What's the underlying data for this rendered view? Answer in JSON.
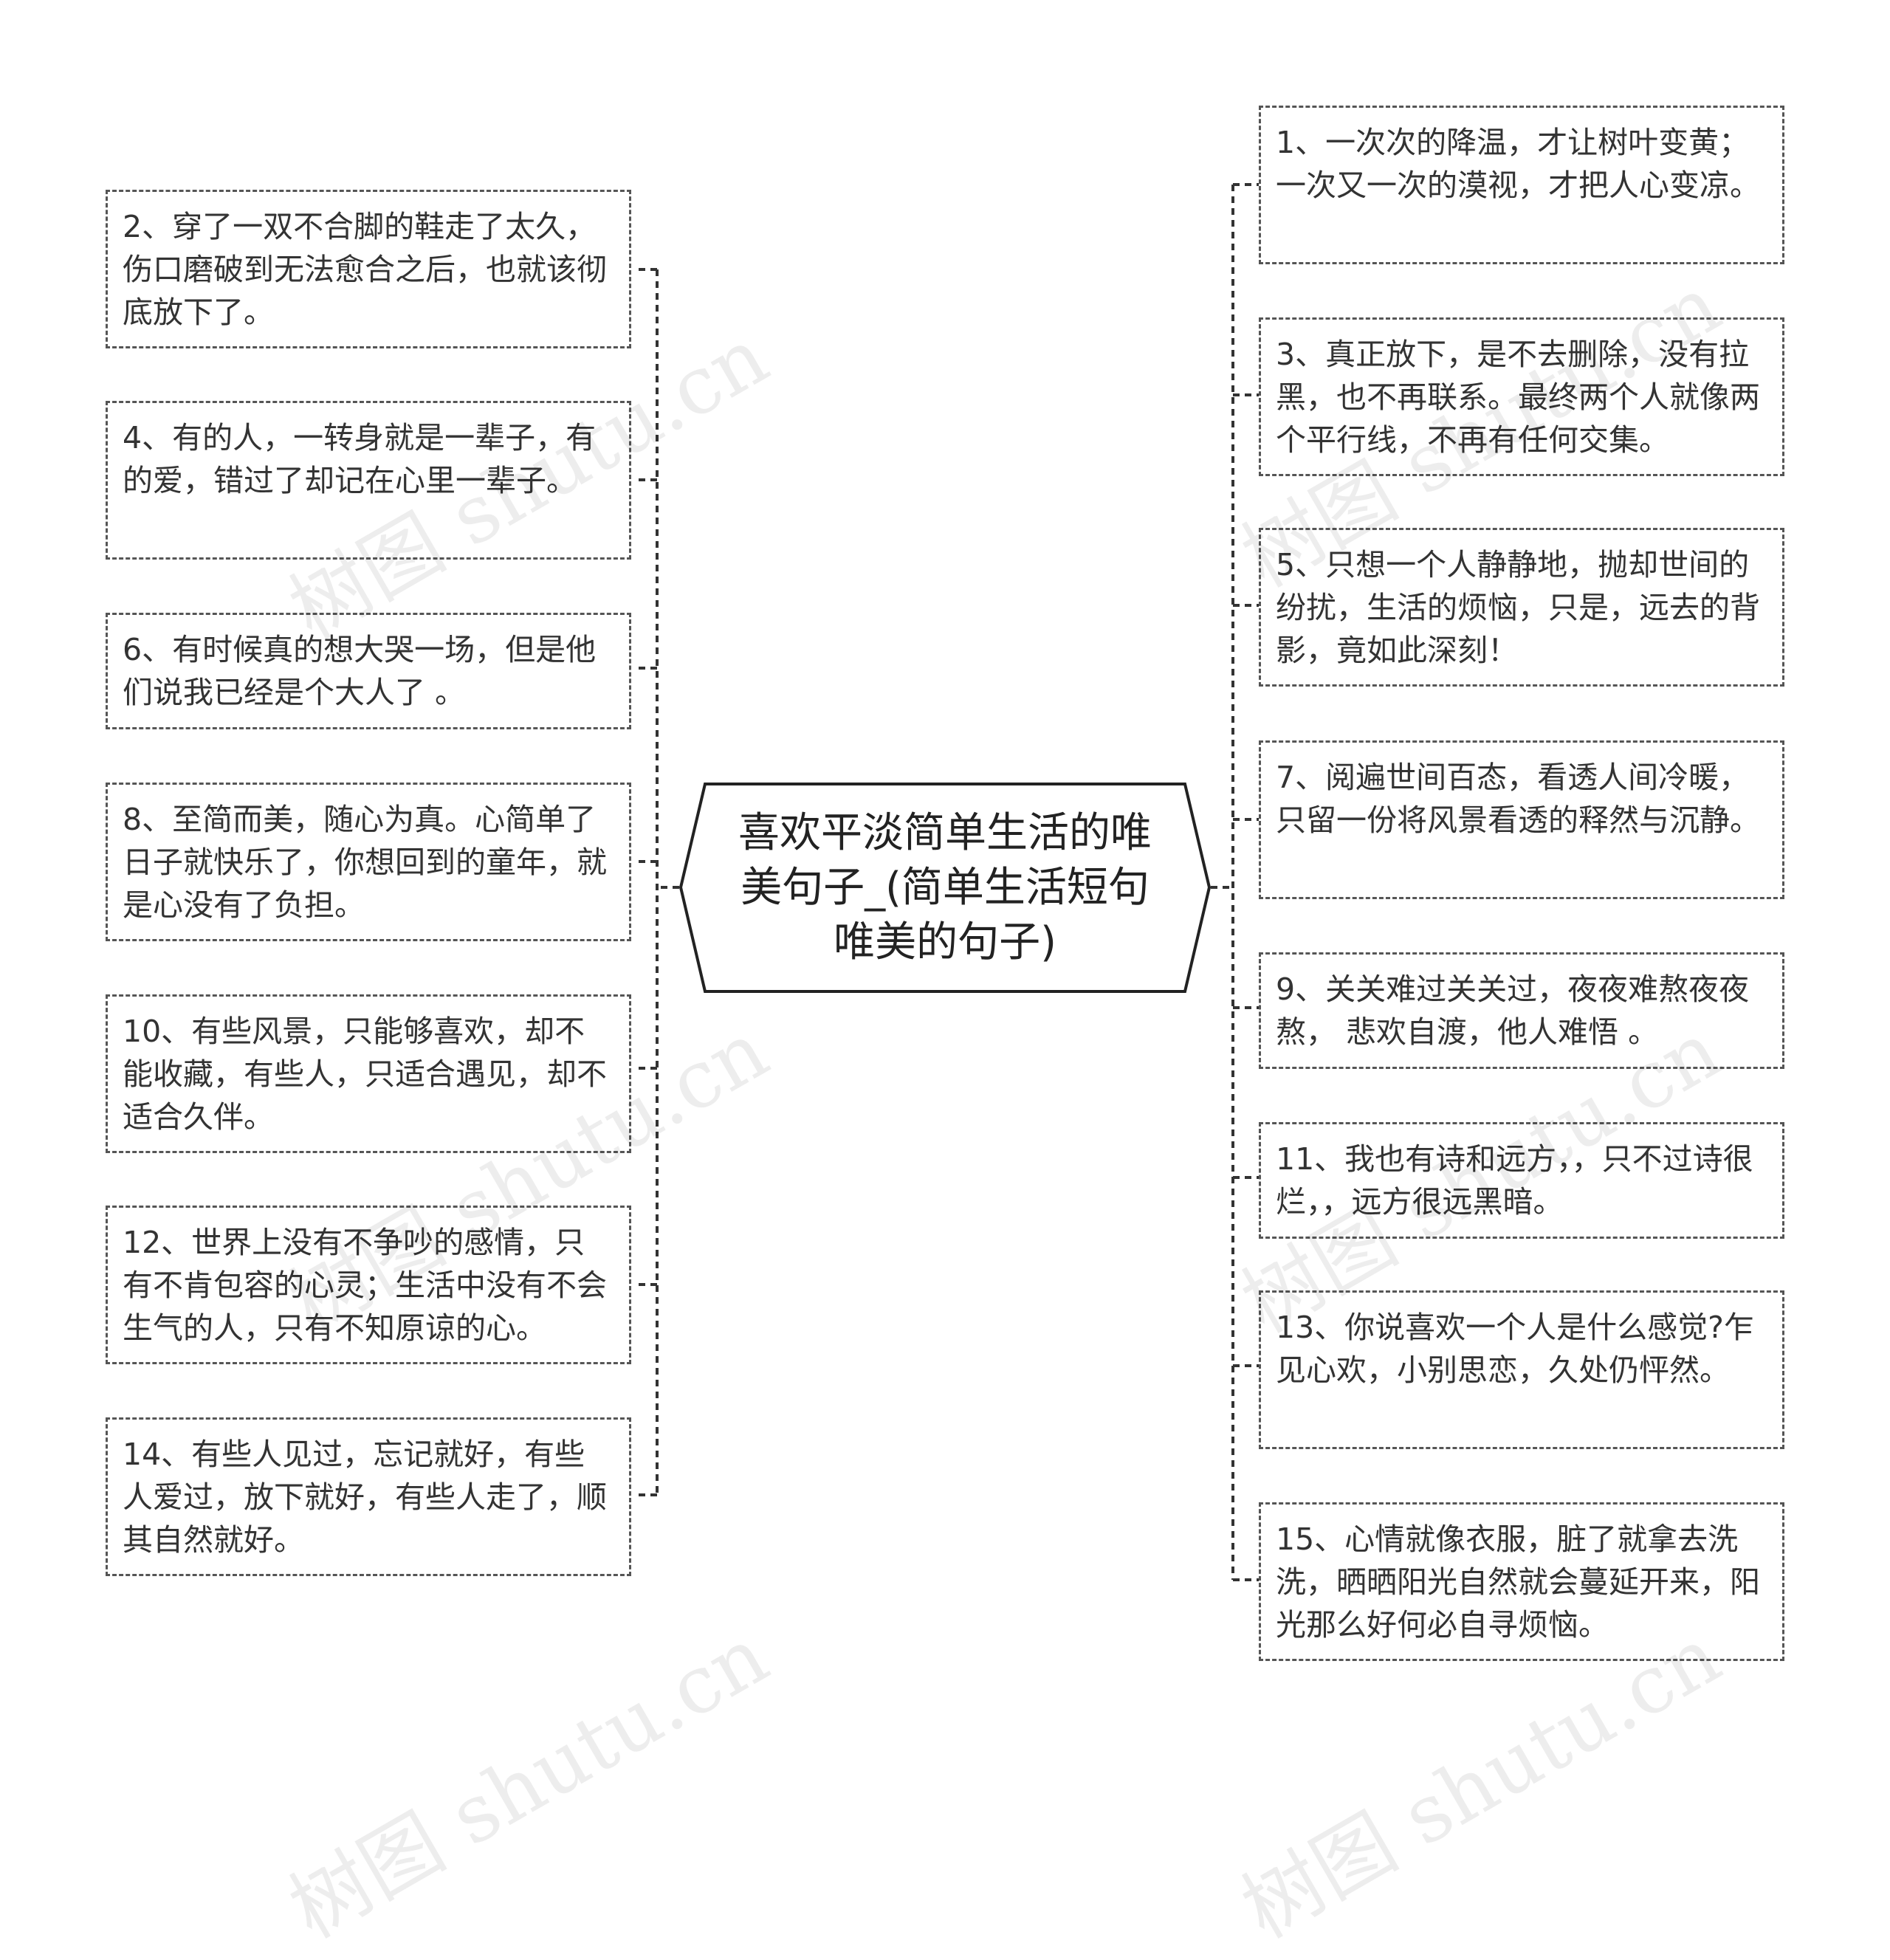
{
  "central_topic": "喜欢平淡简单生活的唯美句子_(简单生活短句唯美的句子)",
  "left_branches": [
    "2、穿了一双不合脚的鞋走了太久，伤口磨破到无法愈合之后，也就该彻底放下了。",
    "4、有的人，一转身就是一辈子，有的爱，错过了却记在心里一辈子。",
    "6、有时候真的想大哭一场，但是他们说我已经是个大人了 。",
    "8、至简而美，随心为真。心简单了日子就快乐了，你想回到的童年，就是心没有了负担。",
    "10、有些风景，只能够喜欢，却不能收藏，有些人，只适合遇见，却不适合久伴。",
    "12、世界上没有不争吵的感情，只有不肯包容的心灵；生活中没有不会生气的人，只有不知原谅的心。",
    "14、有些人见过，忘记就好，有些人爱过，放下就好，有些人走了，顺其自然就好。"
  ],
  "right_branches": [
    "1、一次次的降温，才让树叶变黄；一次又一次的漠视，才把人心变凉。",
    "3、真正放下，是不去删除，没有拉黑，也不再联系。最终两个人就像两个平行线，不再有任何交集。",
    "5、只想一个人静静地，抛却世间的纷扰，生活的烦恼，只是，远去的背影，竟如此深刻！",
    "7、阅遍世间百态，看透人间冷暖，只留一份将风景看透的释然与沉静。",
    "9、关关难过关关过，夜夜难熬夜夜熬， 悲欢自渡，他人难悟 。",
    "11、我也有诗和远方，，只不过诗很烂，，远方很远黑暗。",
    "13、你说喜欢一个人是什么感觉?乍见心欢，小别思恋，久处仍怦然。",
    "15、心情就像衣服，脏了就拿去洗洗，晒晒阳光自然就会蔓延开来，阳光那么好何必自寻烦恼。"
  ],
  "watermark": "树图 shutu.cn"
}
